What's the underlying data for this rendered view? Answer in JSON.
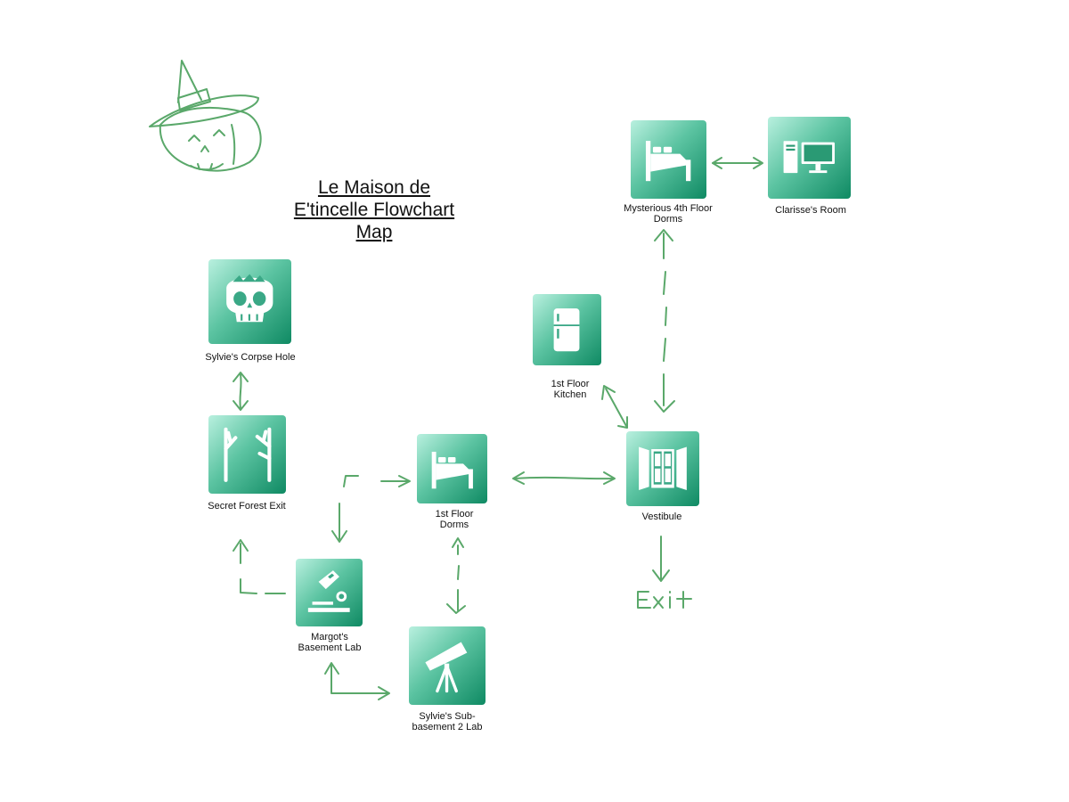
{
  "title": "Le Maison de\nE'tincelle Flowchart\nMap",
  "colors": {
    "tile_light": "#b9f0df",
    "tile_dark": "#0f8a63",
    "sketch": "#5aa86a"
  },
  "rooms": {
    "mysterious_dorms": {
      "label": "Mysterious 4th Floor\nDorms",
      "icon": "bed-icon"
    },
    "clarisse_room": {
      "label": "Clarisse's Room",
      "icon": "computer-icon"
    },
    "corpse_hole": {
      "label": "Sylvie's Corpse Hole",
      "icon": "skull-icon"
    },
    "kitchen": {
      "label": "1st Floor\nKitchen",
      "icon": "fridge-icon"
    },
    "forest_exit": {
      "label": "Secret Forest Exit",
      "icon": "tree-icon"
    },
    "dorms_1st": {
      "label": "1st Floor\nDorms",
      "icon": "bed-icon"
    },
    "vestibule": {
      "label": "Vestibule",
      "icon": "door-icon"
    },
    "margot_lab": {
      "label": "Margot's\nBasement Lab",
      "icon": "microscope-icon"
    },
    "sylvie_lab": {
      "label": "Sylvie's Sub-\nbasement 2 Lab",
      "icon": "telescope-icon"
    }
  },
  "exit_text": "Exit"
}
